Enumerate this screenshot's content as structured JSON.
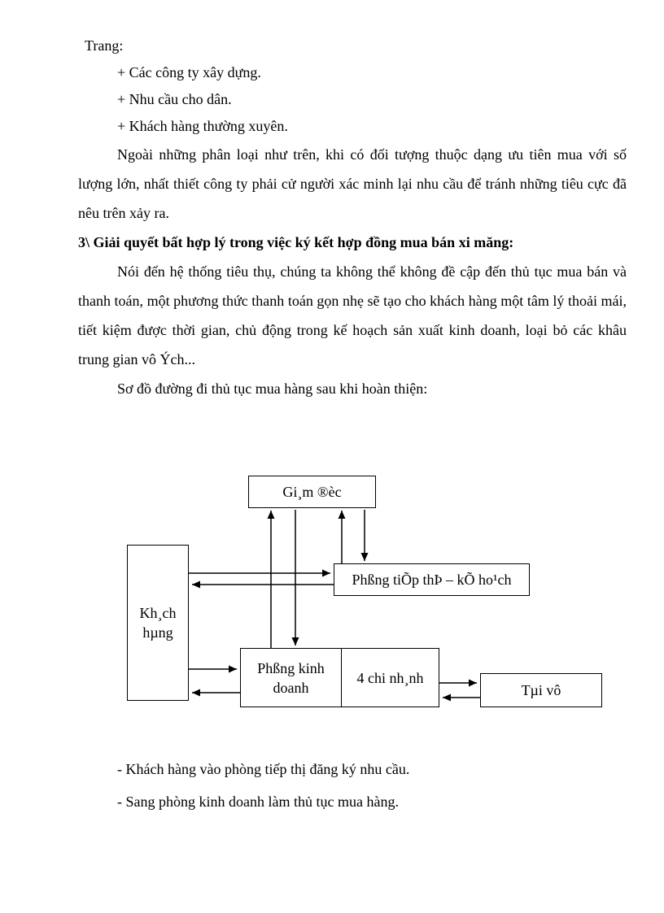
{
  "page": {
    "heading": "Trang:",
    "bullets": [
      "+ Các công ty xây dựng.",
      "+ Nhu cầu cho dân.",
      "+ Khách hàng thường xuyên."
    ],
    "para1": "Ngoài những phân loại như trên, khi có đối tượng thuộc dạng ưu tiên mua với số lượng lớn, nhất thiết công ty phải cử người xác minh lại nhu cầu để tránh những tiêu cực đã nêu trên xảy ra.",
    "section_heading": "3\\ Giải quyết bất hợp lý trong việc ký kết hợp đồng mua bán xi măng:",
    "para2": "Nói đến hệ thống tiêu thụ, chúng ta không thể không đề cập đến thủ tục mua bán và thanh toán, một phương thức thanh toán gọn nhẹ sẽ tạo cho khách hàng một tâm lý thoải mái, tiết kiệm được thời gian, chủ động trong kế hoạch sản xuất kinh doanh, loại bỏ các khâu trung gian vô Ých...",
    "diagram_caption": "Sơ đồ đường đi thủ tục mua hàng sau khi hoàn thiện:",
    "notes": [
      "- Khách hàng vào phòng tiếp thị đăng ký nhu cầu.",
      "- Sang phòng kinh doanh làm thủ tục mua hàng."
    ]
  },
  "diagram": {
    "boxes": {
      "giam_doc": "Gi¸m ®èc",
      "khach_hang": "Kh¸ch hµng",
      "tiep_thi": "Phßng tiÕp thÞ – kÕ ho¹ch",
      "kinh_doanh": "Phßng kinh doanh",
      "chi_nhanh": "4 chi nh¸nh",
      "tai_vu": "Tµi vô"
    }
  }
}
